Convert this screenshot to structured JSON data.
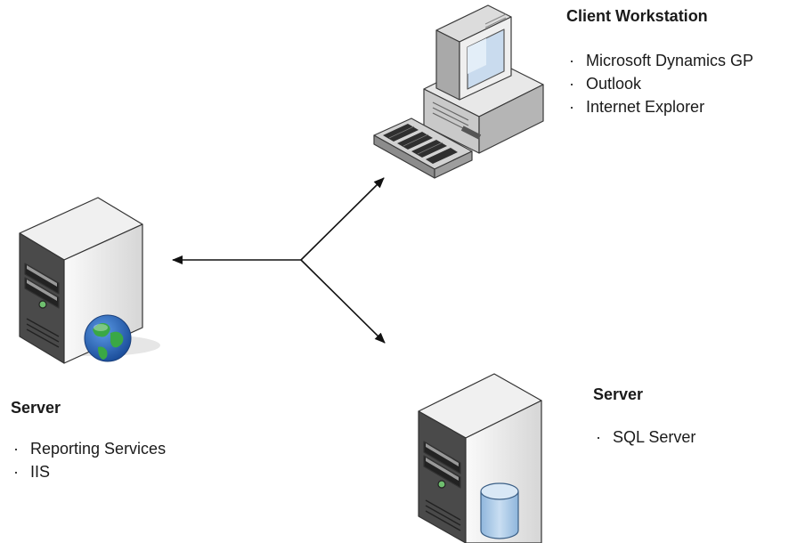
{
  "client_workstation": {
    "title": "Client Workstation",
    "items": [
      "Microsoft Dynamics GP",
      "Outlook",
      "Internet Explorer"
    ],
    "bullet": "·"
  },
  "web_server": {
    "title": "Server",
    "items": [
      "Reporting Services",
      "IIS"
    ],
    "bullet": "·",
    "badge_icon": "globe-icon"
  },
  "sql_server": {
    "title": "Server",
    "items": [
      "SQL Server"
    ],
    "bullet": "·",
    "badge_icon": "database-icon"
  },
  "colors": {
    "case_light": "#f2f2f2",
    "case_mid": "#d9d9d9",
    "case_dark": "#3a3a3a",
    "screen": "#bcd3ea",
    "globe_ocean": "#1f5fb8",
    "globe_land": "#3aa845",
    "db_cylinder": "#aecde9",
    "arrow": "#111111"
  }
}
